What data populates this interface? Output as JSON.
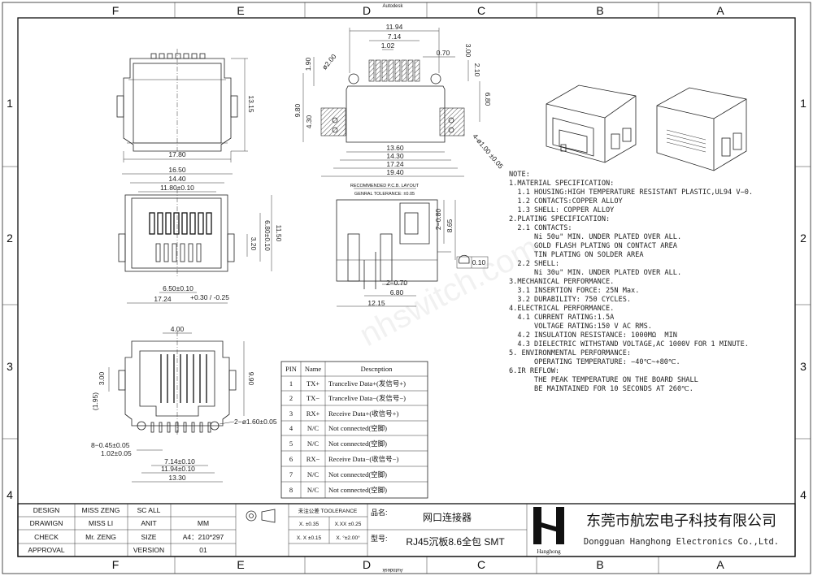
{
  "grid": {
    "columns": [
      "F",
      "E",
      "D",
      "C",
      "B",
      "A"
    ],
    "rows": [
      "1",
      "2",
      "3",
      "4"
    ]
  },
  "top_label": "Autodesk",
  "bottom_label": "Autodesk",
  "watermark": "nhswitch.com",
  "dims": {
    "front_height": "13.15",
    "front_width": "17.80",
    "pcb_19_40": "19.40",
    "pcb_17_24": "17.24",
    "pcb_14_30": "14.30",
    "pcb_13_60": "13.60",
    "pcb_11_94": "11.94",
    "pcb_7_14": "7.14",
    "pcb_1_02": "1.02",
    "pcb_0_70": "0.70",
    "pcb_3_00": "3.00",
    "pcb_2_10": "2.10",
    "pcb_6_80": "6.80",
    "pcb_9_80": "9.80",
    "pcb_4_30": "4.30",
    "pcb_1_90": "1.90",
    "pcb_hole_big": "ø2.00",
    "pcb_hole_small": "4-ø1.00 ±0.05",
    "pcb_caption": "RECOMMENDED  P.C.B. LAYOUT",
    "pcb_tolerance": "GENRAL TOLERANCE: ±0.05",
    "mid_16_50": "16.50",
    "mid_14_40": "14.40",
    "mid_11_80": "11.80±0.10",
    "mid_6_50": "6.50±0.10",
    "mid_17_24": "17.24 ",
    "mid_17_24_tol": "+0.30 / -0.25",
    "mid_11_50": "11.50",
    "mid_6_80": "6.80±0.10",
    "mid_3_20": "3.20",
    "side_12_15": "12.15",
    "side_6_80": "6.80",
    "side_2_070": "2−0.70",
    "side_2_080": "2−0.80",
    "side_8_65": "8.65",
    "side_flat": "0.10",
    "bot_4_00": "4.00",
    "bot_9_90": "9.90",
    "bot_3_00": "3.00",
    "bot_1_95": "(1.95)",
    "bot_holes": "2−ø1.60±0.05",
    "bot_8_045": "8−0.45±0.05",
    "bot_1_02": "1.02±0.05",
    "bot_7_14": "7.14±0.10",
    "bot_11_94": "11.94±0.10",
    "bot_13_30": "13.30"
  },
  "pin_table": {
    "headers": [
      "PIN",
      "Name",
      "Descnption"
    ],
    "rows": [
      [
        "1",
        "TX+",
        "Trancelive Data+(发信号+)"
      ],
      [
        "2",
        "TX−",
        "Trancelive Data−(发信号−)"
      ],
      [
        "3",
        "RX+",
        "Receive Data+(收信号+)"
      ],
      [
        "4",
        "N/C",
        "Not connected(空脚)"
      ],
      [
        "5",
        "N/C",
        "Not connected(空脚)"
      ],
      [
        "6",
        "RX−",
        "Receive Data−(收信号−)"
      ],
      [
        "7",
        "N/C",
        "Not connected(空脚)"
      ],
      [
        "8",
        "N/C",
        "Not connected(空脚)"
      ]
    ]
  },
  "notes": [
    "NOTE:",
    "1.MATERIAL SPECIFICATION:",
    "  1.1 HOUSING:HIGH TEMPERATURE RESISTANT PLASTIC,UL94 V−0.",
    "  1.2 CONTACTS:COPPER ALLOY",
    "  1.3 SHELL: COPPER ALLOY",
    "2.PLATING SPECIFICATION:",
    "  2.1 CONTACTS:",
    "      Ni 50u\" MIN. UNDER PLATED OVER ALL.",
    "      GOLD FLASH PLATING ON CONTACT AREA",
    "      TIN PLATING ON SOLDER AREA",
    "  2.2 SHELL:",
    "      Ni 30u\" MIN. UNDER PLATED OVER ALL.",
    "3.MECHANICAL PERFORMANCE.",
    "  3.1 INSERTION FORCE: 25N Max.",
    "  3.2 DURABILITY: 750 CYCLES.",
    "4.ELECTRICAL PERFORMANCE.",
    "  4.1 CURRENT RATING:1.5A",
    "      VOLTAGE RATING:150 V AC RMS.",
    "  4.2 INSULATION RESISTANCE: 1000MΩ  MIN",
    "  4.3 DIELECTRIC WITHSTAND VOLTAGE,AC 1000V FOR 1 MINUTE.",
    "5. ENVIRONMENTAL PERFORMANCE:",
    "      OPERATING TEMPERATURE: −40℃~+80℃.",
    "6.IR REFLOW:",
    "      THE PEAK TEMPERATURE ON THE BOARD SHALL",
    "      BE MAINTAINED FOR 10 SECONDS AT 260℃."
  ],
  "title_block": {
    "design_label": "DESIGN",
    "design_value": "MISS ZENG",
    "drawign_label": "DRAWIGN",
    "drawign_value": "MISS LI",
    "check_label": "CHECK",
    "check_value": "Mr. ZENG",
    "approval_label": "APPROVAL",
    "sc_label": "SC ALL",
    "anit_label": "ANIT",
    "anit_value": "MM",
    "size_label": "SIZE",
    "size_value": "A4：210*297",
    "version_label": "VERSION",
    "version_value": "01",
    "tol_title": "未注公差  TOOLERANCE",
    "tol_1": "X. ±0.35",
    "tol_2": "X.XX ±0.25",
    "tol_3": "X. X ±0.15",
    "tol_4": "X. °±2.00°",
    "pinming_label": "品名:",
    "pinming_value": "网口连接器",
    "xinghao_label": "型号:",
    "xinghao_value": "RJ45沉板8.6全包 SMT",
    "company_cn": "东莞市航宏电子科技有限公司",
    "company_en": "Dongguan Hanghong Electronics Co.,Ltd.",
    "logo_text": "Hanghong"
  }
}
